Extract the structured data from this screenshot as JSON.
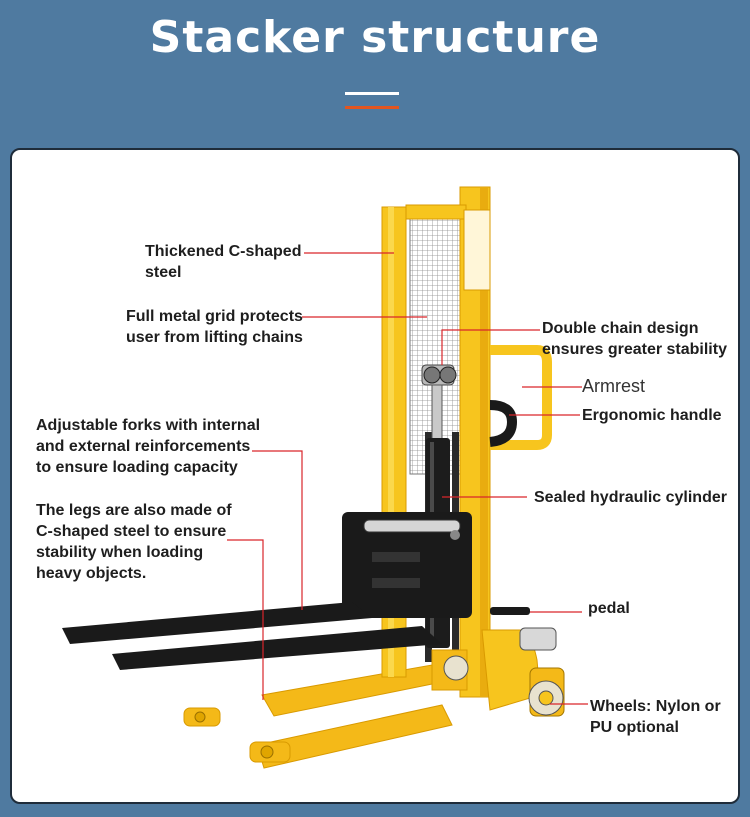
{
  "title": "Stacker structure",
  "colors": {
    "background": "#4f7aa0",
    "accent": "#e2551f",
    "frame_yellow": "#f7c51e",
    "leader_line": "#d9262b",
    "fork_black": "#1a1a1a"
  },
  "labels": {
    "thickened_steel": [
      "Thickened C-shaped",
      "steel"
    ],
    "metal_grid": [
      "Full metal grid protects",
      "user from lifting chains"
    ],
    "double_chain": [
      "Double chain design",
      "ensures greater stability"
    ],
    "armrest": "Armrest",
    "ergonomic_handle": "Ergonomic handle",
    "adjustable_forks": [
      "Adjustable forks with internal",
      "and external reinforcements",
      "to ensure loading capacity"
    ],
    "legs": [
      "The legs are also made of",
      "C-shaped steel to ensure",
      "stability when loading",
      "heavy objects."
    ],
    "hydraulic_cylinder": "Sealed hydraulic cylinder",
    "pedal": "pedal",
    "wheels": [
      "Wheels: Nylon or",
      "PU optional"
    ]
  }
}
